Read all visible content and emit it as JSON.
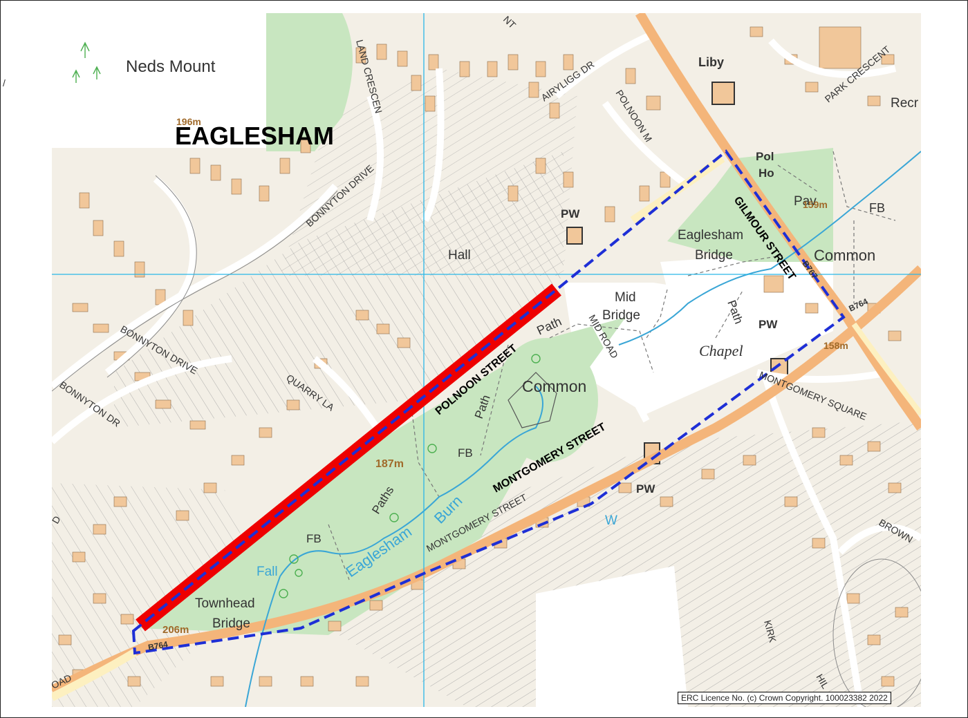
{
  "map": {
    "place": "EAGLESHAM",
    "licence": "ERC Licence No. (c) Crown Copyright. 100023382 2022",
    "corner_mark": "/",
    "street_labels": {
      "polnoon": "POLNOON STREET",
      "montgomery": "MONTGOMERY STREET",
      "gilmour": "GILMOUR STREET"
    },
    "features": {
      "neds_mount": "Neds Mount",
      "hall": "Hall",
      "pw1": "PW",
      "pw2": "PW",
      "pw3": "PW",
      "common1": "Common",
      "common2": "Common",
      "mid_bridge_1": "Mid",
      "mid_bridge_2": "Bridge",
      "eaglesham_bridge_1": "Eaglesham",
      "eaglesham_bridge_2": "Bridge",
      "townhead_1": "Townhead",
      "townhead_2": "Bridge",
      "chapel": "Chapel",
      "pav": "Pav",
      "fb1": "FB",
      "fb2": "FB",
      "fb3": "FB",
      "path1": "Path",
      "path2": "Path",
      "path3": "Path",
      "paths": "Paths",
      "fall": "Fall",
      "liby": "Liby",
      "pol": "Pol",
      "ho": "Ho",
      "recr": "Recr",
      "w": "W"
    },
    "roads": {
      "bonnyton_drive_1": "BONNYTON DRIVE",
      "bonnyton_drive_2": "BONNYTON DRIVE",
      "bonnyton_dr": "BONNYTON DR",
      "quarry_la": "QUARRY LA",
      "airlygg_dr": "AIRYLIGG DR",
      "polnoon_m": "POLNOON M",
      "mid_road": "MID ROAD",
      "montgomery_square": "MONTGOMERY SQUARE",
      "montgomery_street_map": "MONTGOMERY STREET",
      "park_crescent": "PARK CRESCENT",
      "land_crescent": "LAND CRESCEN",
      "b764_1": "B764",
      "b764_2": "B764",
      "b767": "B767",
      "road": "OAD",
      "d": "D",
      "brown": "BROWN",
      "kirk": "KIRK",
      "nt": "NT",
      "hil": "HIL"
    },
    "heights": {
      "h196": "196m",
      "h159": "159m",
      "h158": "158m",
      "h187": "187m",
      "h206": "206m"
    },
    "water": {
      "eaglesham": "Eaglesham",
      "burn": "Burn"
    },
    "colors": {
      "background": "#f3efe6",
      "greenspace": "#c8e6c0",
      "building": "#f1c79a",
      "main_road": "#f4b57a",
      "minor_road": "#fdf0c0",
      "water": "#3aa6d6",
      "grid_line": "#29b6e8",
      "highlight": "#ee0000",
      "boundary": "#1e2fd6"
    }
  }
}
